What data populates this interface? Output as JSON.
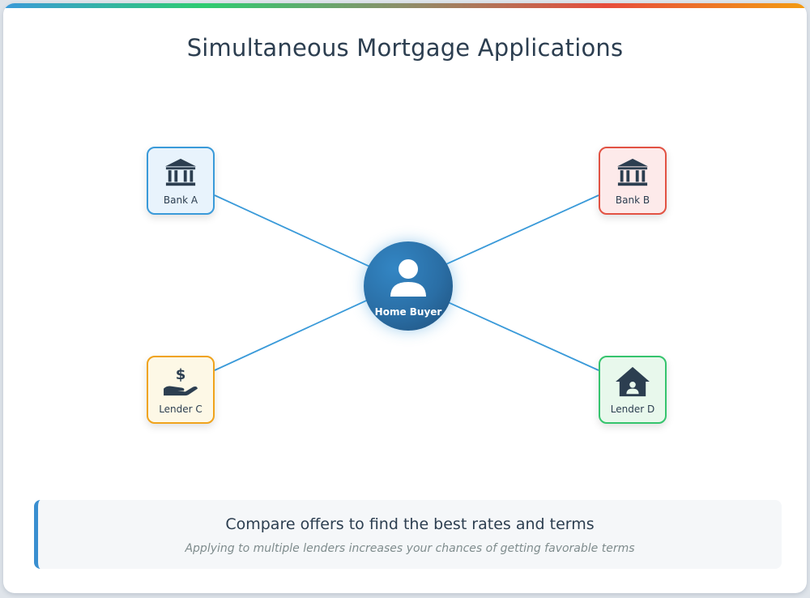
{
  "title": "Simultaneous Mortgage Applications",
  "hub": {
    "label": "Home Buyer",
    "icon": "user-icon"
  },
  "nodes": [
    {
      "id": "bank-a",
      "label": "Bank A",
      "icon": "bank-icon",
      "accent": "#3a9ad9",
      "fill": "#e8f3fc"
    },
    {
      "id": "bank-b",
      "label": "Bank B",
      "icon": "bank-icon",
      "accent": "#e25243",
      "fill": "#fdeaea"
    },
    {
      "id": "lender-c",
      "label": "Lender C",
      "icon": "hand-dollar-icon",
      "accent": "#f0a31c",
      "fill": "#fdf8e6"
    },
    {
      "id": "lender-d",
      "label": "Lender D",
      "icon": "house-user-icon",
      "accent": "#35c46d",
      "fill": "#e8f8ec"
    }
  ],
  "connector_color": "#3a9ad9",
  "footer": {
    "title": "Compare offers to find the best rates and terms",
    "subtitle": "Applying to multiple lenders increases your chances of getting favorable terms"
  }
}
